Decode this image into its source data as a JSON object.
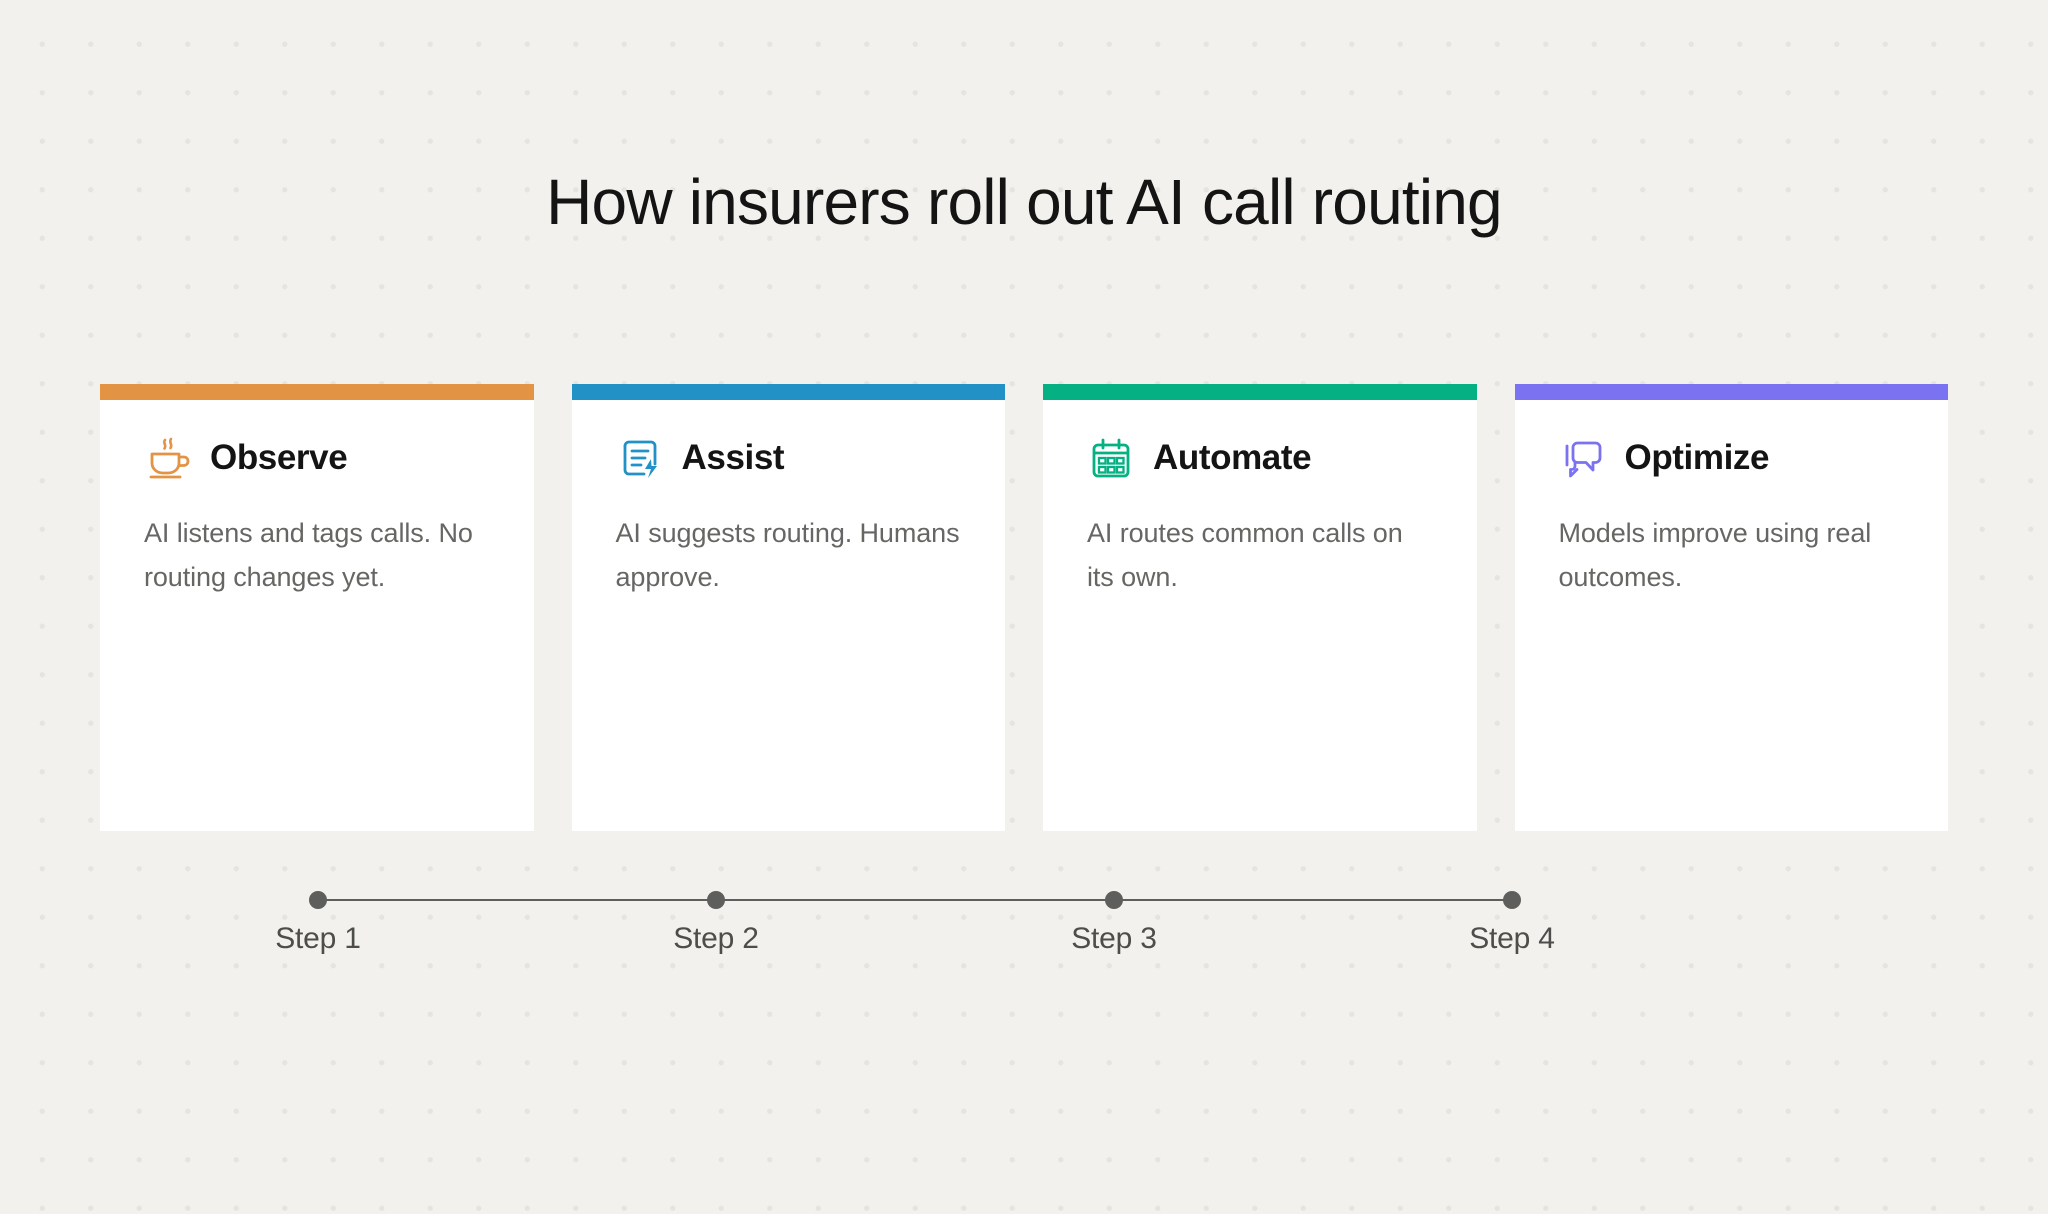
{
  "background": {
    "color": "#f2f1ed",
    "dot_color": "#e6e4de",
    "card_color": "#ffffff"
  },
  "header": {
    "title": "How insurers roll out AI call routing"
  },
  "cards": [
    {
      "title": "Observe",
      "description": "AI listens and tags calls. No routing changes yet.",
      "accent_color": "#e29343",
      "icon": "coffee-cup-icon"
    },
    {
      "title": "Assist",
      "description": "AI suggests routing. Humans approve.",
      "accent_color": "#2291c6",
      "icon": "document-bolt-icon"
    },
    {
      "title": "Automate",
      "description": "AI routes common calls on its own.",
      "accent_color": "#05b183",
      "icon": "calendar-icon"
    },
    {
      "title": "Optimize",
      "description": "Models improve using real outcomes.",
      "accent_color": "#7b72f2",
      "icon": "chat-bubbles-icon"
    }
  ],
  "timeline": {
    "line_color": "#5e5e5c",
    "dot_color": "#5e5e5c",
    "steps": [
      {
        "label": "Step 1"
      },
      {
        "label": "Step 2"
      },
      {
        "label": "Step 3"
      },
      {
        "label": "Step 4"
      }
    ]
  }
}
